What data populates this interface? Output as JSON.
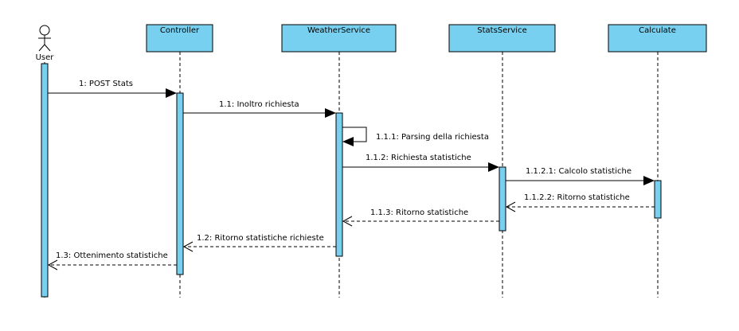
{
  "actor": {
    "name": "User",
    "icon": "stick-figure-icon"
  },
  "participants": [
    {
      "id": "controller",
      "label": "Controller"
    },
    {
      "id": "weather",
      "label": "WeatherService"
    },
    {
      "id": "stats",
      "label": "StatsService"
    },
    {
      "id": "calculate",
      "label": "Calculate"
    }
  ],
  "messages": [
    {
      "id": "m1",
      "label": "1: POST Stats",
      "from": "user",
      "to": "controller",
      "kind": "sync"
    },
    {
      "id": "m11",
      "label": "1.1: Inoltro richiesta",
      "from": "controller",
      "to": "weather",
      "kind": "sync"
    },
    {
      "id": "m111",
      "label": "1.1.1: Parsing della richiesta",
      "from": "weather",
      "to": "weather",
      "kind": "self"
    },
    {
      "id": "m112",
      "label": "1.1.2: Richiesta statistiche",
      "from": "weather",
      "to": "stats",
      "kind": "sync"
    },
    {
      "id": "m1121",
      "label": "1.1.2.1: Calcolo statistiche",
      "from": "stats",
      "to": "calculate",
      "kind": "sync"
    },
    {
      "id": "m1122",
      "label": "1.1.2.2: Ritorno statistiche",
      "from": "calculate",
      "to": "stats",
      "kind": "return"
    },
    {
      "id": "m113",
      "label": "1.1.3: Ritorno statistiche",
      "from": "stats",
      "to": "weather",
      "kind": "return"
    },
    {
      "id": "m12",
      "label": "1.2: Ritorno statistiche richieste",
      "from": "weather",
      "to": "controller",
      "kind": "return"
    },
    {
      "id": "m13",
      "label": "1.3: Ottenimento statistiche",
      "from": "controller",
      "to": "user",
      "kind": "return"
    }
  ],
  "colors": {
    "fill": "#77d0f0",
    "stroke": "#000000"
  }
}
